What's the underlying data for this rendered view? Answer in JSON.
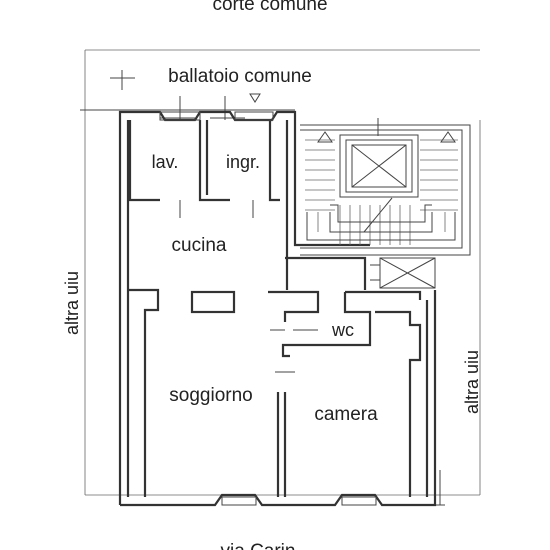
{
  "labels": {
    "top": "corte comune",
    "ballatoio": "ballatoio comune",
    "lav": "lav.",
    "ingr": "ingr.",
    "cucina": "cucina",
    "wc": "wc",
    "soggiorno": "soggiorno",
    "camera": "camera",
    "left_neighbor": "altra uiu",
    "right_neighbor": "altra uiu",
    "bottom": "via Carin"
  }
}
